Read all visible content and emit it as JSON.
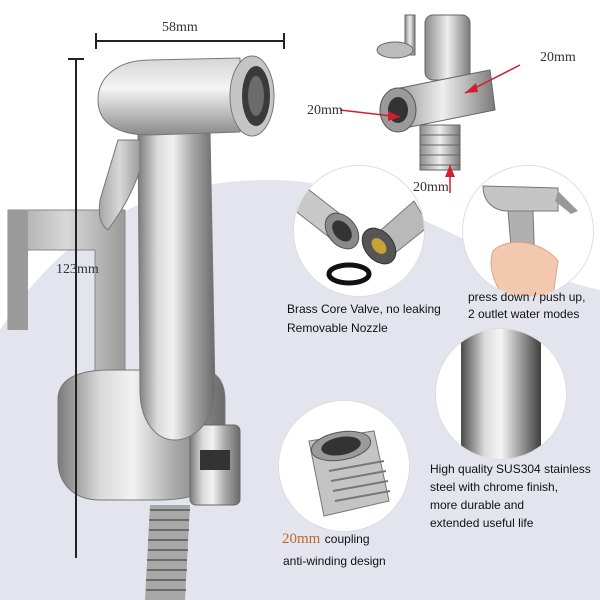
{
  "dimensions": {
    "width": "58mm",
    "height": "123mm",
    "valve_top": "20mm",
    "valve_left": "20mm",
    "valve_bottom": "20mm",
    "coupling": "20mm"
  },
  "captions": {
    "valve_line1": "Brass Core Valve, no leaking",
    "valve_line2": "Removable Nozzle",
    "mode_line1": "press down / push up,",
    "mode_line2": "2 outlet water modes",
    "steel_line1": "High quality SUS304 stainless",
    "steel_line2": "steel with chrome finish,",
    "steel_line3": "more durable and",
    "steel_line4": "extended useful life",
    "coupling_word": "coupling",
    "coupling_line2": "anti-winding design"
  },
  "colors": {
    "background": "#ffffff",
    "lavender": "#e4e4ef",
    "metal_light": "#e6e6e6",
    "metal_mid": "#b5b5b5",
    "metal_dark": "#6e6e6e",
    "arrow_red": "#d11f2b",
    "dimension_text": "#333333",
    "accent_orange": "#c06a2a"
  },
  "icons": {
    "sprayer": "handheld-bidet-sprayer-icon",
    "holder": "wall-holder-bracket-icon",
    "hose": "steel-hose-icon",
    "valve": "t-valve-adapter-icon"
  }
}
